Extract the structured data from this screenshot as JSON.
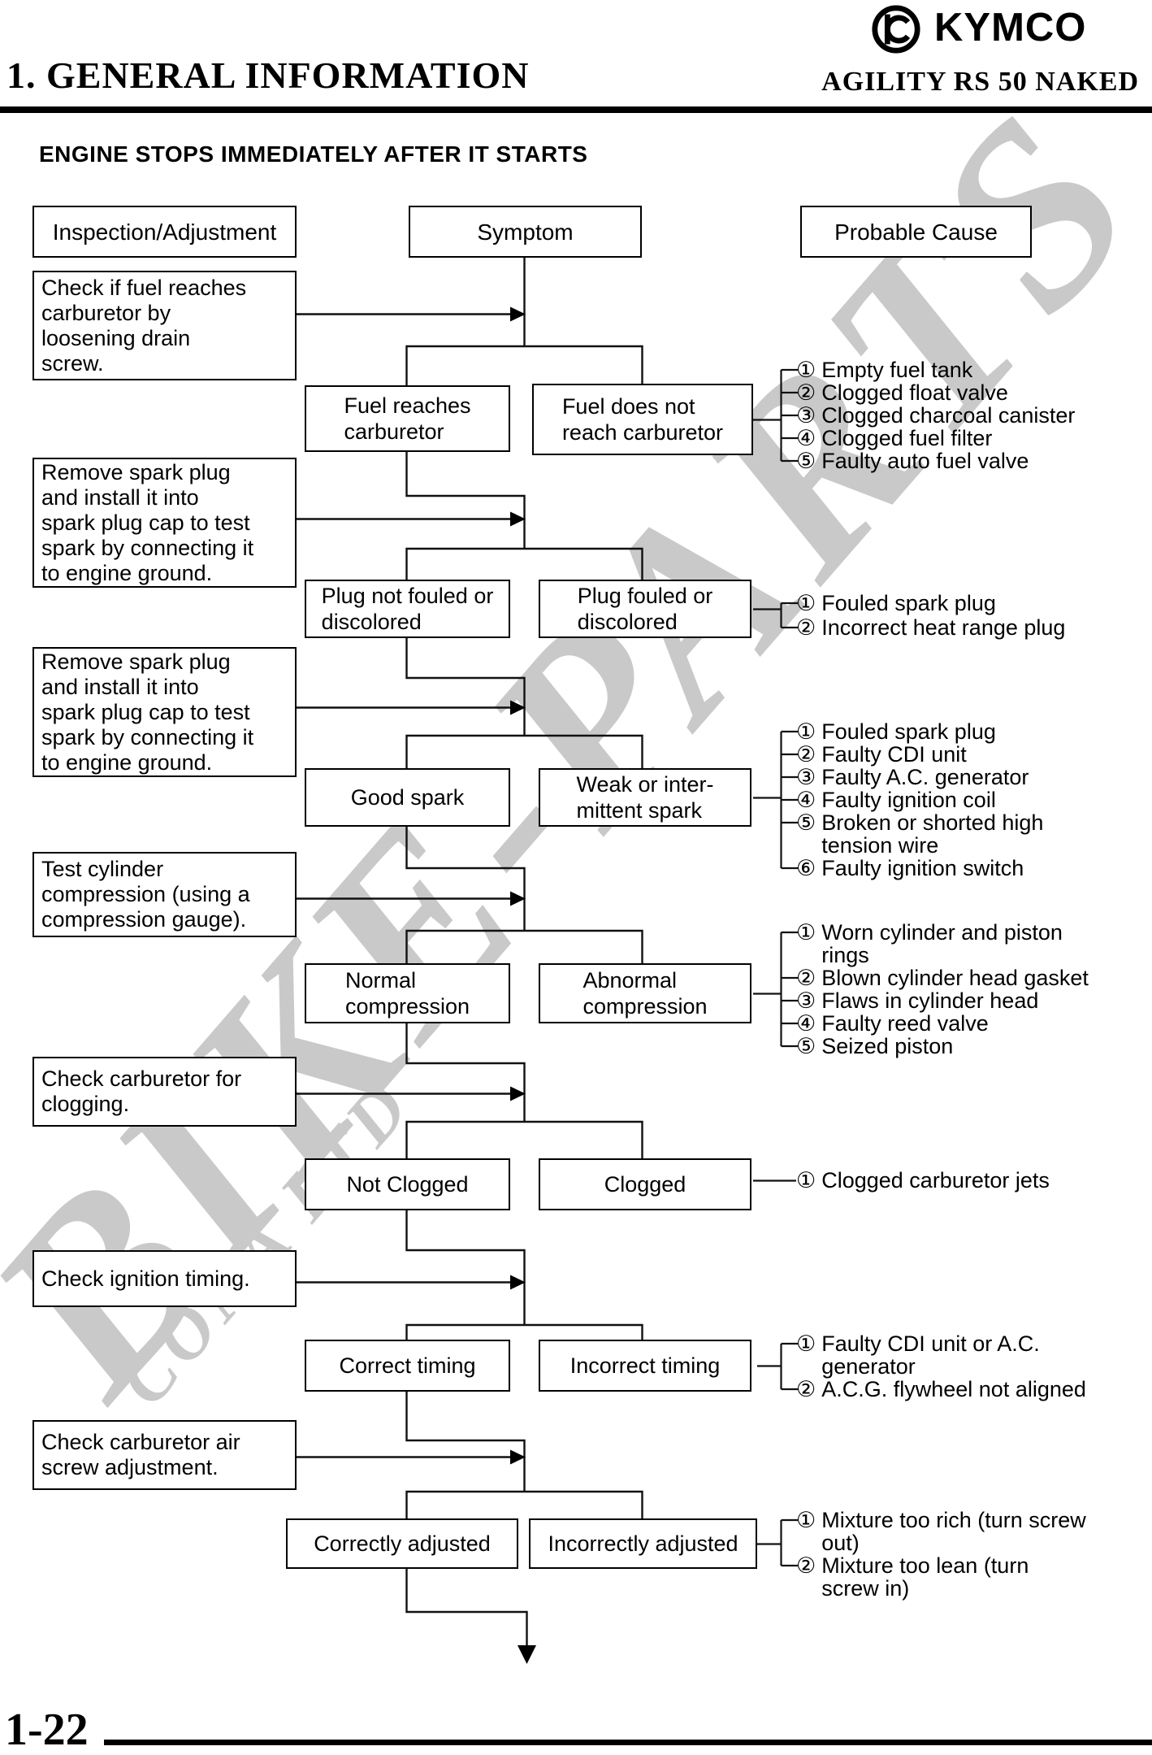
{
  "header": {
    "brand": "KYMCO",
    "section_title": "1. GENERAL INFORMATION",
    "model": "AGILITY RS 50 NAKED",
    "page_heading": "ENGINE STOPS IMMEDIATELY AFTER IT STARTS"
  },
  "columns": {
    "inspection": "Inspection/Adjustment",
    "symptom": "Symptom",
    "cause": "Probable Cause"
  },
  "inspections": [
    "Check if fuel reaches\ncarburetor by\nloosening drain\nscrew.",
    "Remove spark plug\nand install it into\nspark plug cap to test\nspark by connecting it\nto engine ground.",
    "Remove spark plug\nand install it into\nspark plug cap to test\nspark by connecting it\nto engine ground.",
    "Test cylinder\ncompression (using a\ncompression gauge).",
    "Check carburetor for\nclogging.",
    "Check ignition timing.",
    "Check carburetor air\nscrew adjustment."
  ],
  "rows": [
    {
      "left": "Fuel reaches\ncarburetor",
      "right": "Fuel does not\nreach carburetor",
      "causes": [
        {
          "num": "①",
          "text": "Empty fuel tank"
        },
        {
          "num": "②",
          "text": "Clogged float valve"
        },
        {
          "num": "③",
          "text": "Clogged charcoal canister"
        },
        {
          "num": "④",
          "text": "Clogged fuel filter"
        },
        {
          "num": "⑤",
          "text": "Faulty auto fuel valve"
        }
      ]
    },
    {
      "left": "Plug not fouled or\ndiscolored",
      "right": "Plug fouled or\ndiscolored",
      "causes": [
        {
          "num": "①",
          "text": "Fouled spark plug"
        },
        {
          "num": "②",
          "text": "Incorrect heat range plug"
        }
      ]
    },
    {
      "left": "Good spark",
      "right": "Weak or inter-\nmittent spark",
      "causes": [
        {
          "num": "①",
          "text": "Fouled spark plug"
        },
        {
          "num": "②",
          "text": "Faulty CDI unit"
        },
        {
          "num": "③",
          "text": "Faulty A.C. generator"
        },
        {
          "num": "④",
          "text": "Faulty ignition coil"
        },
        {
          "num": "⑤",
          "text": "Broken or shorted high\ntension wire"
        },
        {
          "num": "⑥",
          "text": "Faulty ignition switch"
        }
      ]
    },
    {
      "left": "Normal\ncompression",
      "right": "Abnormal\ncompression",
      "causes": [
        {
          "num": "①",
          "text": "Worn cylinder and piston\nrings"
        },
        {
          "num": "②",
          "text": "Blown cylinder head gasket"
        },
        {
          "num": "③",
          "text": "Flaws in cylinder head"
        },
        {
          "num": "④",
          "text": "Faulty reed valve"
        },
        {
          "num": "⑤",
          "text": "Seized piston"
        }
      ]
    },
    {
      "left": "Not Clogged",
      "right": "Clogged",
      "causes": [
        {
          "num": "①",
          "text": "Clogged carburetor jets"
        }
      ]
    },
    {
      "left": "Correct timing",
      "right": "Incorrect timing",
      "causes": [
        {
          "num": "①",
          "text": "Faulty CDI unit or A.C.\ngenerator"
        },
        {
          "num": "②",
          "text": "A.C.G. flywheel not aligned"
        }
      ]
    },
    {
      "left": "Correctly adjusted",
      "right": "Incorrectly adjusted",
      "causes": [
        {
          "num": "①",
          "text": "Mixture too rich (turn screw\nout)"
        },
        {
          "num": "②",
          "text": "Mixture too lean (turn\nscrew in)"
        }
      ]
    }
  ],
  "watermark": {
    "line1": "BIKE-PARTS",
    "line2": "CONA LTD"
  },
  "footer": {
    "page_number": "1-22"
  }
}
